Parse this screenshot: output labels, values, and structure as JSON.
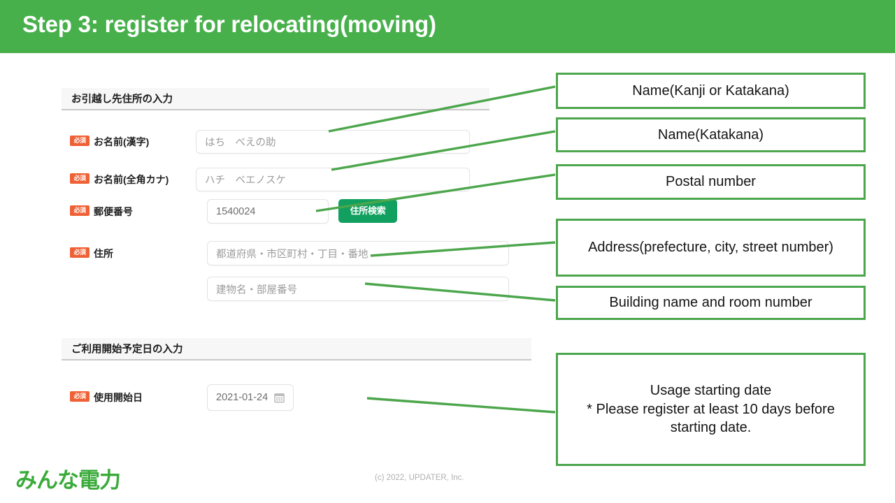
{
  "header": {
    "title": "Step 3: register for relocating(moving)",
    "background_color": "#47b04b",
    "text_color": "#ffffff"
  },
  "form": {
    "sections": [
      {
        "id": "moving-address-section",
        "title": "お引越し先住所の入力"
      },
      {
        "id": "start-date-section",
        "title": "ご利用開始予定日の入力"
      }
    ],
    "required_badge_label": "必須",
    "required_badge_color": "#ef6034",
    "fields": [
      {
        "id": "name-kanji",
        "label": "お名前(漢字)",
        "placeholder": "はち　べえの助",
        "value": "",
        "required": true
      },
      {
        "id": "name-katakana",
        "label": "お名前(全角カナ)",
        "placeholder": "ハチ　ベエノスケ",
        "value": "",
        "required": true
      },
      {
        "id": "postal-code",
        "label": "郵便番号",
        "placeholder": "",
        "value": "1540024",
        "required": true
      },
      {
        "id": "address",
        "label": "住所",
        "placeholder": "都道府県・市区町村・丁目・番地",
        "value": "",
        "required": true
      },
      {
        "id": "building",
        "label": "",
        "placeholder": "建物名・部屋番号",
        "value": "",
        "required": false
      },
      {
        "id": "start-date",
        "label": "使用開始日",
        "placeholder": "",
        "value": "2021-01-24",
        "required": true
      }
    ],
    "search_button": {
      "label": "住所検索",
      "color": "#11a05f"
    }
  },
  "annotations": {
    "border_color": "#4ca64c",
    "note_color": "#e8201a",
    "items": [
      {
        "id": "annot-name-kanji",
        "text": "Name(Kanji or Katakana)"
      },
      {
        "id": "annot-name-kana",
        "text": "Name(Katakana)"
      },
      {
        "id": "annot-postal",
        "text": "Postal number"
      },
      {
        "id": "annot-address",
        "text": "Address(prefecture, city, street number)"
      },
      {
        "id": "annot-building",
        "text": "Building name and room number"
      },
      {
        "id": "annot-date-title",
        "text": "Usage starting date"
      },
      {
        "id": "annot-date-note",
        "text": "* Please register at least 10 days before starting date."
      }
    ]
  },
  "footer": {
    "logo_text": "みんな電力",
    "logo_color": "#3aab3a",
    "copyright": "(c) 2022, UPDATER, Inc."
  }
}
